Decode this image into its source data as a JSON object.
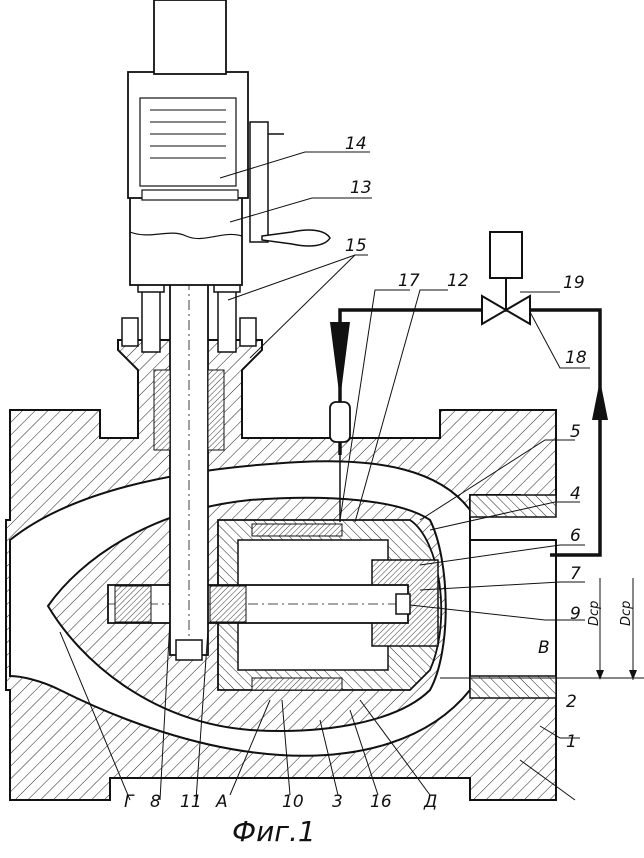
{
  "figure": {
    "caption": "Фиг.1",
    "labels": {
      "l1": "1",
      "l2": "2",
      "l3": "3",
      "l4": "4",
      "l5": "5",
      "l6": "6",
      "l7": "7",
      "l8": "8",
      "l9": "9",
      "l10": "10",
      "l11": "11",
      "l12": "12",
      "l13": "13",
      "l14": "14",
      "l15": "15",
      "l16": "16",
      "l17": "17",
      "l18": "18",
      "l19": "19",
      "A": "А",
      "B": "В",
      "G": "Г",
      "D": "Д",
      "dcp1": "Dср",
      "dcp2": "Dср"
    }
  }
}
